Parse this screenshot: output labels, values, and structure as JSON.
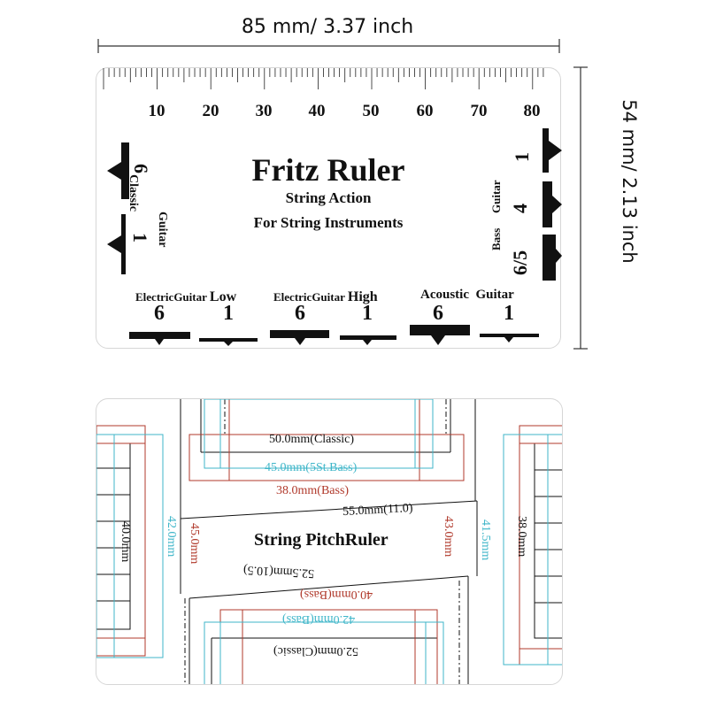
{
  "dimensions": {
    "width_label": "85 mm/ 3.37 inch",
    "height_label": "54 mm/ 2.13 inch"
  },
  "fritz_card": {
    "ruler_numbers": [
      "10",
      "20",
      "30",
      "40",
      "50",
      "60",
      "70",
      "80"
    ],
    "title": "Fritz Ruler",
    "subtitle1": "String Action",
    "subtitle2": "For String Instruments",
    "left_labels": {
      "top": "Classic",
      "bottom": "Guitar"
    },
    "left_numbers": [
      "6",
      "1"
    ],
    "right_labels": {
      "top": "Bass",
      "bottom": "Guitar"
    },
    "right_numbers": [
      "1",
      "4",
      "6/5"
    ],
    "bottom_groups": [
      {
        "label1": "Electric",
        "label2": "Guitar",
        "label3": "Low",
        "numbers": [
          "6",
          "1"
        ]
      },
      {
        "label1": "Electric",
        "label2": "Guitar",
        "label3": "High",
        "numbers": [
          "6",
          "1"
        ]
      },
      {
        "label1": "Acoustic",
        "label2": "Guitar",
        "label3": "",
        "numbers": [
          "6",
          "1"
        ]
      }
    ]
  },
  "pitch_card": {
    "title": "String PitchRuler",
    "labels": {
      "m50_classic": "50.0mm(Classic)",
      "m45_5st": "45.0mm(5St.Bass)",
      "m38_bass": "38.0mm(Bass)",
      "m55": "55.0mm(11.0)",
      "m43": "43.0mm",
      "m41_5": "41.5mm",
      "m38_right": "38.0mm",
      "m40_left": "40.0mm",
      "m42_left": "42.0mm",
      "m45_left": "45.0mm",
      "m52_5": "52.5mm(10.5)",
      "m40_bass": "40.0mm(Bass)",
      "m42_bass": "42.0mm(Bass)",
      "m52_classic": "52.0mm(Classic)"
    }
  },
  "colors": {
    "red": "#b0392b",
    "cyan": "#3fb6c9",
    "black": "#111111"
  }
}
